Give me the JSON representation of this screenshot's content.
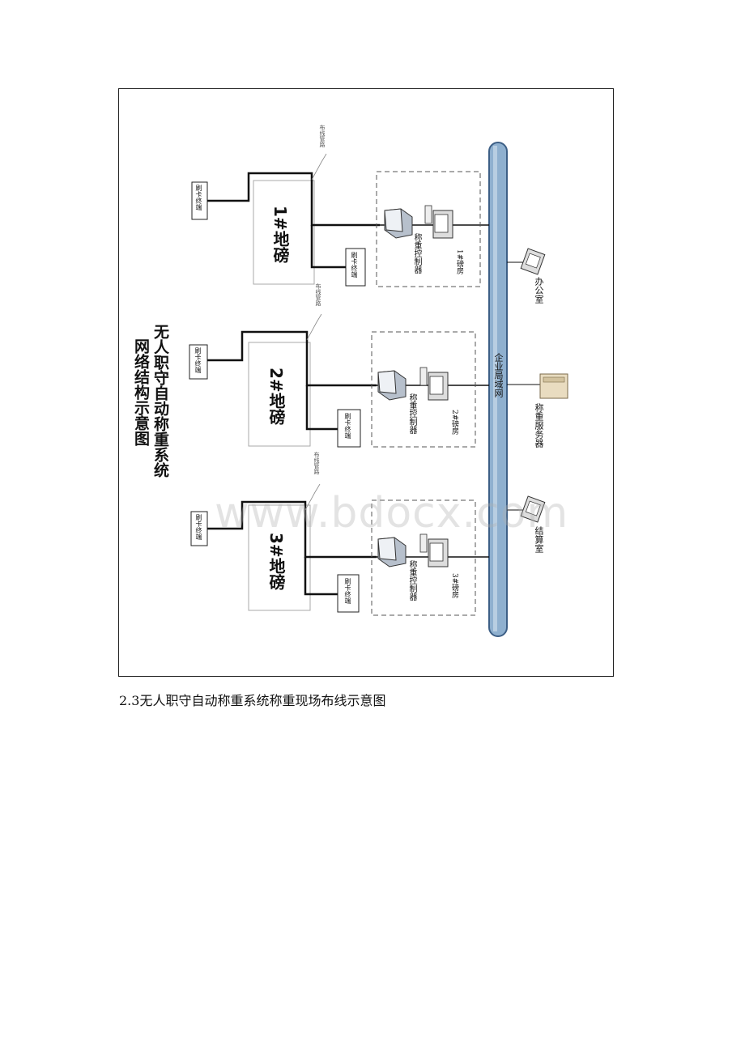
{
  "diagram": {
    "title_line1": "无人职守自动称重系统",
    "title_line2": "网络结构示意图",
    "lan_label": "企业局域网",
    "stations": [
      {
        "scale_label": "1#地磅",
        "card_terminal": "刷卡终端",
        "reader_terminal": "刷卡终端",
        "cable_label": "布线管路",
        "controller_label": "称重控制器",
        "room_label": "1#磅房"
      },
      {
        "scale_label": "2#地磅",
        "card_terminal": "刷卡终端",
        "reader_terminal": "刷卡终端",
        "cable_label": "布线管路",
        "controller_label": "称重控制器",
        "room_label": "2#磅房"
      },
      {
        "scale_label": "3#地磅",
        "card_terminal": "刷卡终端",
        "reader_terminal": "刷卡终端",
        "cable_label": "布线管路",
        "controller_label": "称重控制器",
        "room_label": "3#磅房"
      }
    ],
    "office_label": "办公室",
    "server_label": "称重服务器",
    "settlement_label": "结算室"
  },
  "watermark": "www.bdocx.com",
  "caption": "2.3无人职守自动称重系统称重现场布线示意图",
  "colors": {
    "lan_bar": "#8fb0cf",
    "lan_bar_edge": "#3d5f86",
    "dashed_box": "#555555",
    "line": "#111111"
  }
}
